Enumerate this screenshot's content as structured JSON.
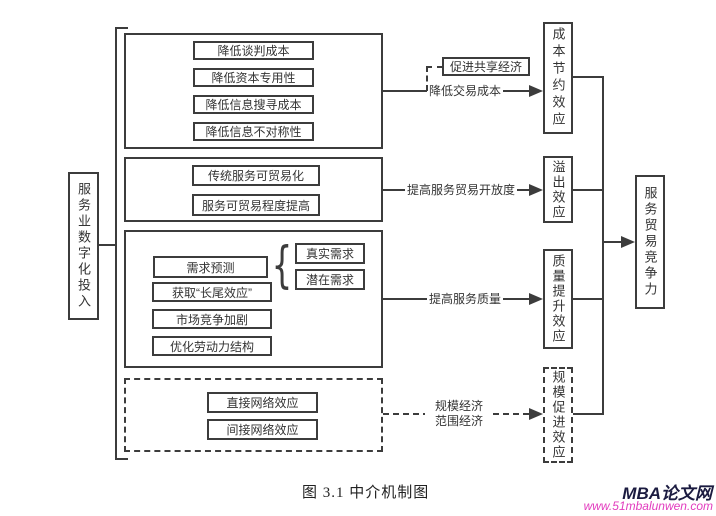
{
  "source": {
    "label": "服务业数字化投入"
  },
  "target": {
    "label": "服务贸易竞争力"
  },
  "group_cost": {
    "box1": "降低谈判成本",
    "box2": "降低资本专用性",
    "box3": "降低信息搜寻成本",
    "box4": "降低信息不对称性"
  },
  "group_trade": {
    "box1": "传统服务可贸易化",
    "box2": "服务可贸易程度提高"
  },
  "group_quality": {
    "box1": "需求预测",
    "box2": "获取“长尾效应”",
    "box3": "市场竞争加剧",
    "box4": "优化劳动力结构",
    "brace": "{",
    "demand1": "真实需求",
    "demand2": "潜在需求"
  },
  "group_network": {
    "box1": "直接网络效应",
    "box2": "间接网络效应"
  },
  "mediators": {
    "cost": "降低交易成本",
    "cost_note": "促进共享经济",
    "openness": "提高服务贸易开放度",
    "quality": "提高服务质量",
    "scale_line1": "规模经济",
    "scale_line2": "范围经济"
  },
  "effects": {
    "cost_saving": "成本节约效应",
    "spillover": "溢出效应",
    "quality_improve": "质量提升效应",
    "scale_promote": "规模促进效应"
  },
  "caption": "图 3.1 中介机制图",
  "watermark": {
    "brand": "MBA论文网",
    "url": "www.51mbalunwen.com"
  },
  "colors": {
    "line": "#3c3c3c",
    "text": "#333333",
    "watermark_brand": "#1b1b40",
    "watermark_url": "#e23cbe"
  }
}
